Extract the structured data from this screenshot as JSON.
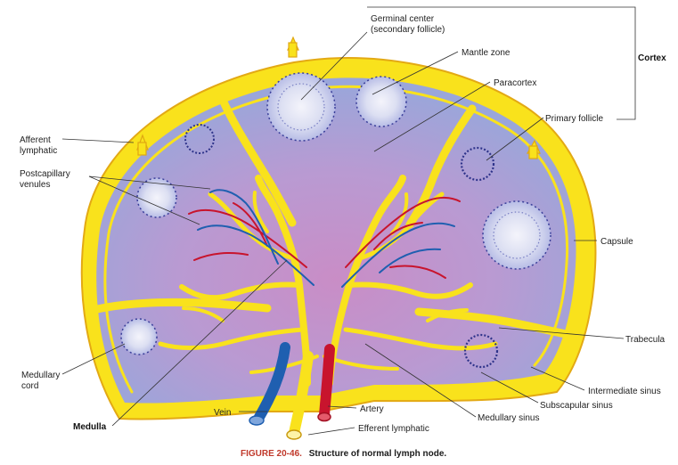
{
  "labels": {
    "germinal_center": [
      "Germinal center",
      "(secondary follicle)"
    ],
    "mantle_zone": "Mantle zone",
    "paracortex": "Paracortex",
    "cortex": "Cortex",
    "primary_follicle": "Primary follicle",
    "afferent_lymphatic": [
      "Afferent",
      "lymphatic"
    ],
    "postcapillary_venules": [
      "Postcapillary",
      "venules"
    ],
    "capsule": "Capsule",
    "trabecula": "Trabecula",
    "medullary_cord": [
      "Medullary",
      "cord"
    ],
    "intermediate_sinus": "Intermediate sinus",
    "subscapular_sinus": "Subscapular sinus",
    "medulla": "Medulla",
    "vein": "Vein",
    "artery": "Artery",
    "medullary_sinus": "Medullary sinus",
    "efferent_lymphatic": "Efferent lymphatic"
  },
  "caption": {
    "figure": "FIGURE 20-46.",
    "title": "Structure of normal lymph node."
  },
  "colors": {
    "capsule": "#f9e21c",
    "cortex_blue": "#9aa6da",
    "paracortex_purple": "#c88ec8",
    "artery": "#c8142d",
    "vein": "#1f5fb0",
    "caption_figure": "#c0392b"
  }
}
